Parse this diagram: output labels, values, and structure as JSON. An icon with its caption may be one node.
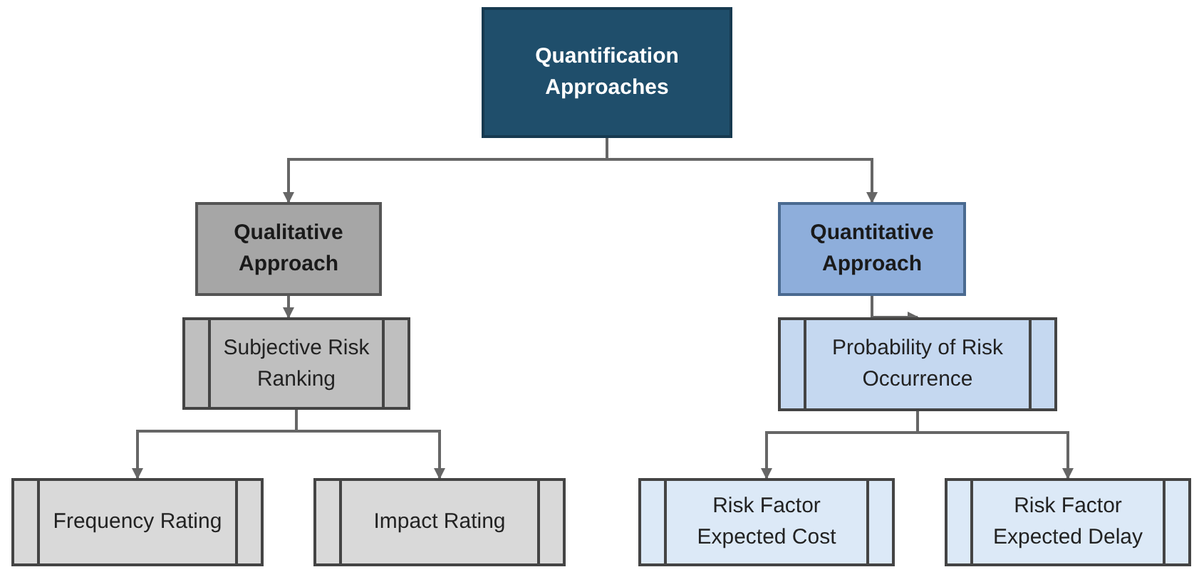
{
  "diagram": {
    "nodes": [
      {
        "text": [
          "Quantification Approaches"
        ]
      },
      {
        "text": [
          "Qualitative Approach"
        ]
      },
      {
        "text": [
          "Quantitative Approach"
        ]
      },
      {
        "text": [
          "Subjective Risk Ranking"
        ]
      },
      {
        "text": [
          "Probability of Risk Occurrence"
        ]
      },
      {
        "text": [
          "Frequency Rating"
        ]
      },
      {
        "text": [
          "Impact Rating"
        ]
      },
      {
        "text": [
          "Risk Factor Expected Cost"
        ]
      },
      {
        "text": [
          "Risk Factor Expected Delay"
        ]
      }
    ],
    "edges": [
      {
        "from": 0,
        "to": 1,
        "arrow": "to"
      },
      {
        "from": 0,
        "to": 2,
        "arrow": "to"
      },
      {
        "from": 1,
        "to": 3,
        "arrow": "to"
      },
      {
        "from": 2,
        "to": 4,
        "arrow": "to"
      },
      {
        "from": 3,
        "to": 5,
        "arrow": "to"
      },
      {
        "from": 3,
        "to": 6,
        "arrow": "to"
      },
      {
        "from": 4,
        "to": 7,
        "arrow": "to"
      },
      {
        "from": 4,
        "to": 8,
        "arrow": "to"
      }
    ]
  }
}
